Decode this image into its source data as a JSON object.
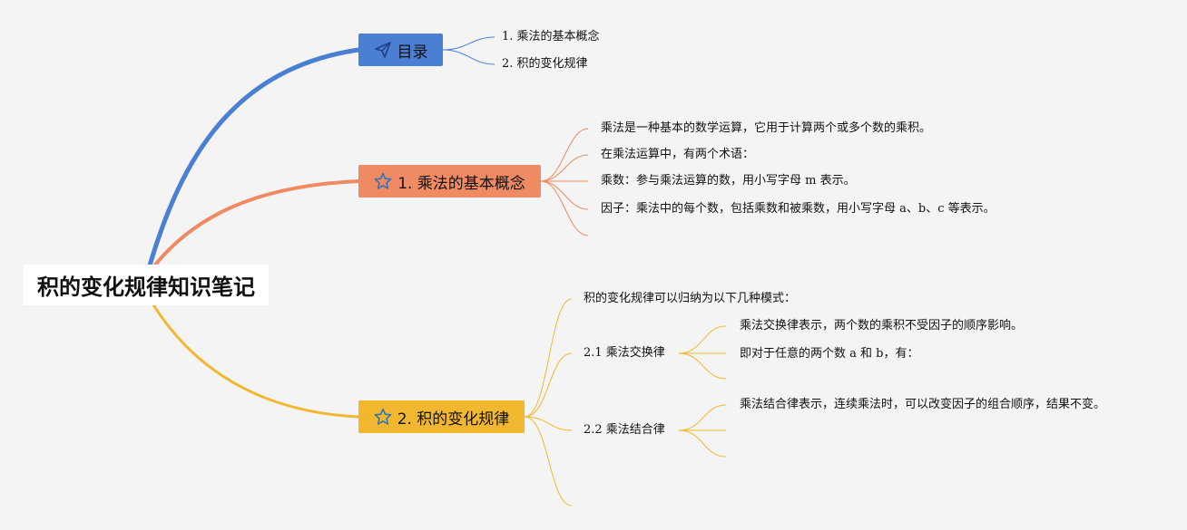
{
  "root": {
    "title": "积的变化规律知识笔记"
  },
  "toc": {
    "label": "目录",
    "items": [
      "1. 乘法的基本概念",
      "2. 积的变化规律"
    ]
  },
  "basic": {
    "label": "1. 乘法的基本概念",
    "items": [
      "乘法是一种基本的数学运算，它用于计算两个或多个数的乘积。",
      "在乘法运算中，有两个术语：",
      "乘数：参与乘法运算的数，用小写字母 m 表示。",
      "因子：乘法中的每个数，包括乘数和被乘数，用小写字母 a、b、c 等表示。"
    ]
  },
  "change": {
    "label": "2. 积的变化规律",
    "intro": "积的变化规律可以归纳为以下几种模式：",
    "sub1": {
      "label": "2.1 乘法交换律",
      "items": [
        "乘法交换律表示，两个数的乘积不受因子的顺序影响。",
        "即对于任意的两个数 a 和 b，有："
      ]
    },
    "sub2": {
      "label": "2.2 乘法结合律",
      "items": [
        "乘法结合律表示，连续乘法时，可以改变因子的组合顺序，结果不变。"
      ]
    }
  },
  "colors": {
    "toc": "#4a7fd4",
    "basic": "#ef8a62",
    "change": "#f1b72e"
  },
  "icons": {
    "toc": "paper-plane-icon",
    "basic": "star-icon",
    "change": "star-icon"
  }
}
